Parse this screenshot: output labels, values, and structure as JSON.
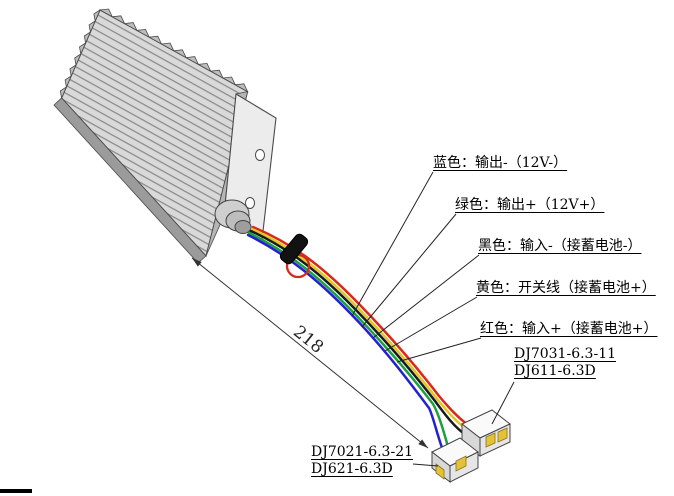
{
  "figure": {
    "callouts": [
      {
        "id": "blue",
        "text": "蓝色：输出-（12V-）"
      },
      {
        "id": "green",
        "text": "绿色：输出+（12V+）"
      },
      {
        "id": "black",
        "text": "黑色：输入-（接蓄电池-）"
      },
      {
        "id": "yellow",
        "text": "黄色：开关线（接蓄电池+）"
      },
      {
        "id": "red",
        "text": "红色：输入+（接蓄电池+）"
      }
    ],
    "part_labels": {
      "three_pin_line1": "DJ7031-6.3-11",
      "three_pin_line2": "DJ611-6.3D",
      "two_pin_line1": "DJ7021-6.3-21",
      "two_pin_line2": "DJ621-6.3D"
    },
    "dimension": {
      "value": "218"
    },
    "wire_colors": {
      "red": "#d42a1e",
      "yellow": "#e8c520",
      "black": "#1a1a1a",
      "green": "#1e9e3e",
      "blue": "#2222cc"
    },
    "colors": {
      "terminal": "#e3c23a"
    }
  }
}
